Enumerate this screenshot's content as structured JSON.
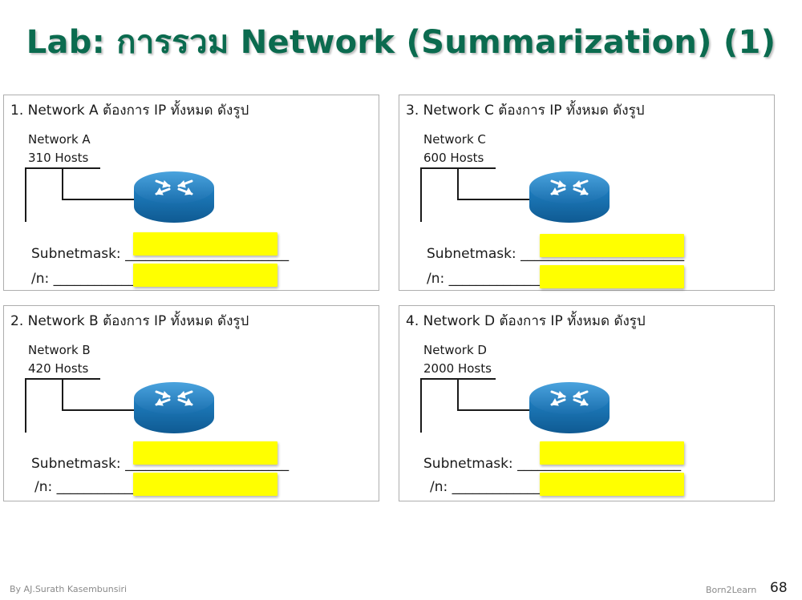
{
  "title": "Lab: การรวม Network (Summarization) (1)",
  "panels": [
    {
      "heading": "1. Network A ต้องการ IP ทั้งหมด ดังรูป",
      "network": "Network A",
      "hosts": "310 Hosts"
    },
    {
      "heading": "3. Network C ต้องการ IP ทั้งหมด ดังรูป",
      "network": "Network C",
      "hosts": "600 Hosts"
    },
    {
      "heading": "2. Network B ต้องการ IP ทั้งหมด ดังรูป",
      "network": "Network B",
      "hosts": "420 Hosts"
    },
    {
      "heading": "4. Network D ต้องการ IP ทั้งหมด ดังรูป",
      "network": "Network D",
      "hosts": "2000 Hosts"
    }
  ],
  "labels": {
    "subnetmask": "Subnetmask: ",
    "prefix": "/n: ",
    "subnetmask_blank": "________________________",
    "prefix_blank": "_______________________"
  },
  "footer": {
    "author": "By AJ.Surath Kasembunsiri",
    "brand": "Born2Learn",
    "page": "68"
  },
  "colors": {
    "title": "#0b6b4f",
    "highlight": "#ffff00",
    "router": "#1f7fc1"
  }
}
